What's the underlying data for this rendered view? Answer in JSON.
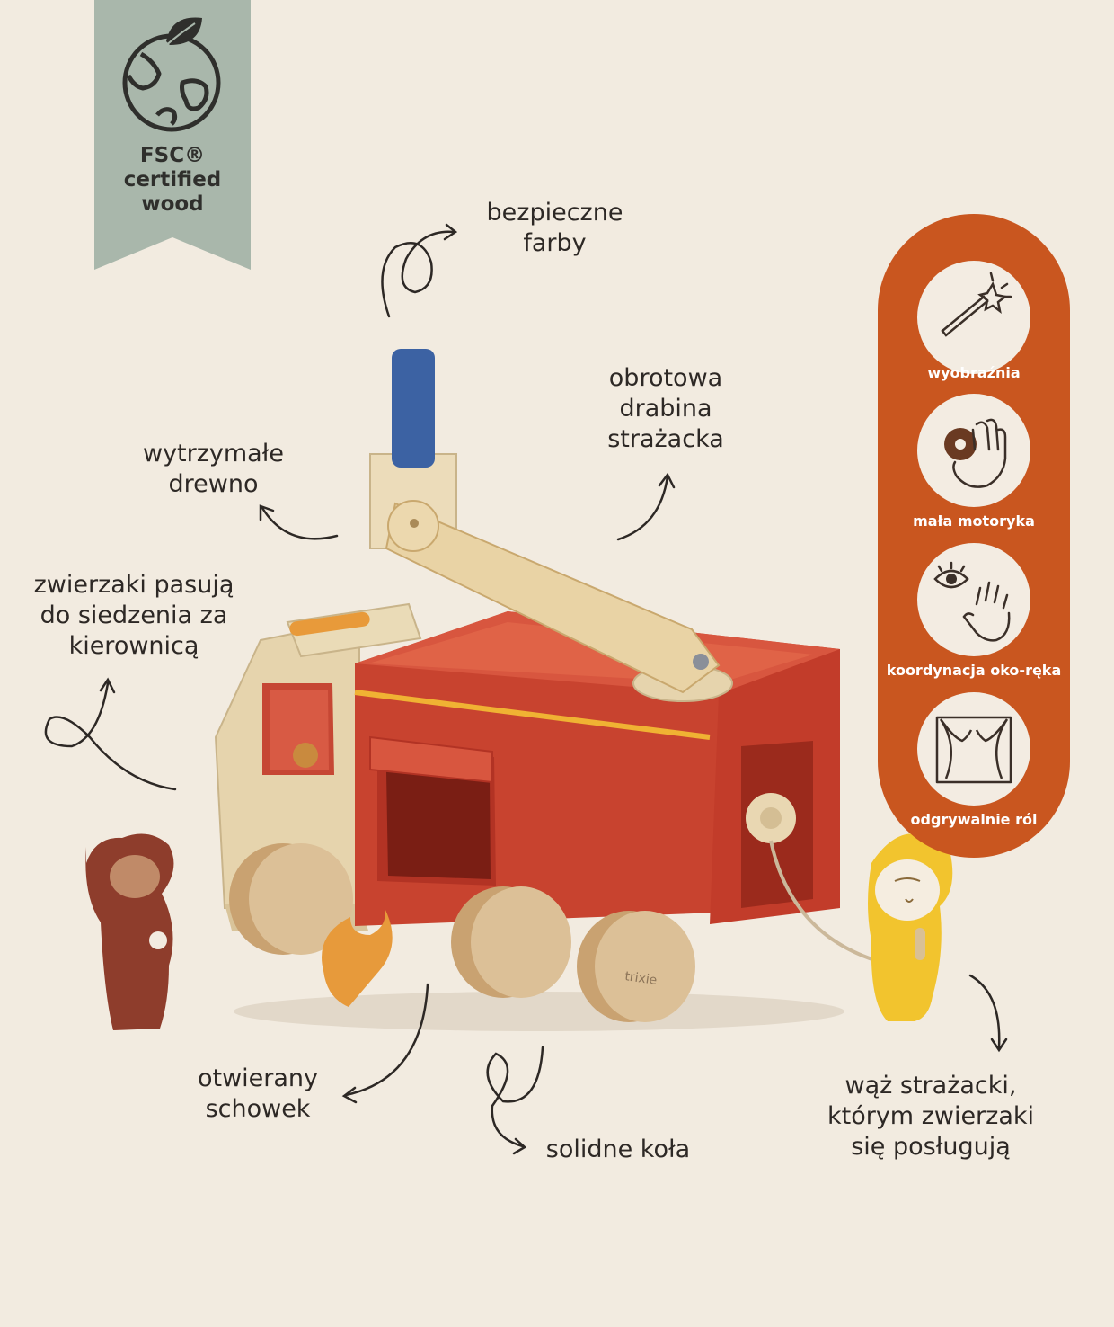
{
  "badge": {
    "text": "FSC®\ncertified\nwood",
    "color": "#a9b7ab"
  },
  "callouts": {
    "paints": "bezpieczne\nfarby",
    "ladder": "obrotowa\ndrabina\nstrażacka",
    "wood": "wytrzymałe\ndrewno",
    "animals": "zwierzaki pasują\ndo siedzenia za\nkierownicą",
    "storage": "otwierany\nschowek",
    "wheels": "solidne koła",
    "hose": "wąż strażacki,\nktórym zwierzaki\nsię posługują"
  },
  "benefits": {
    "accent": "#c9561f",
    "items": [
      {
        "label": "wyobraźnia",
        "icon": "magic-wand-icon"
      },
      {
        "label": "mała motoryka",
        "icon": "hand-donut-icon"
      },
      {
        "label": "koordynacja oko-ręka",
        "icon": "eye-hand-icon"
      },
      {
        "label": "odgrywalnie ról",
        "icon": "theater-curtain-icon"
      }
    ]
  },
  "product": {
    "wheel_brand": "trixie"
  }
}
